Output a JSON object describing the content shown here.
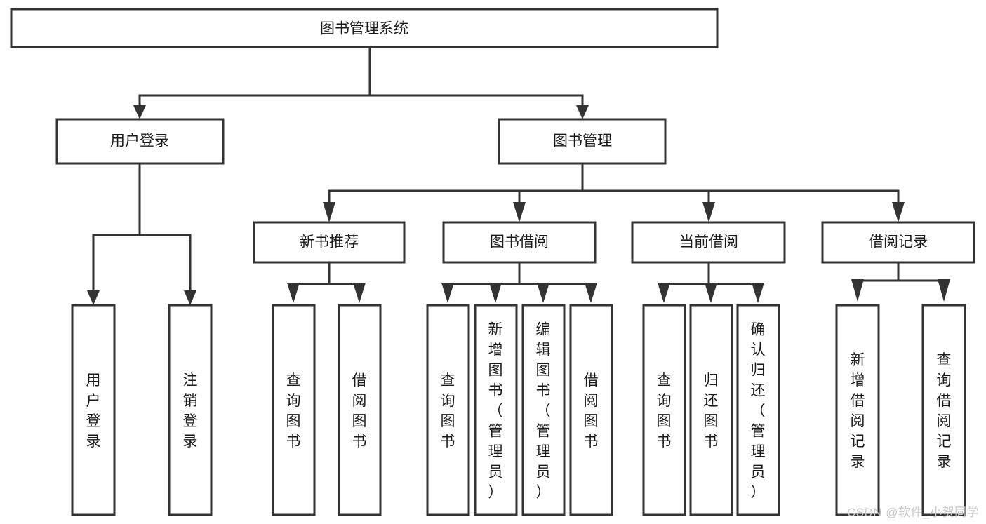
{
  "diagram": {
    "type": "tree",
    "orientation": "top-down",
    "title_node": "图书管理系统",
    "colors": {
      "background": "#ffffff",
      "node_fill": "#ffffff",
      "node_stroke": "#333333",
      "text": "#1a1a1a",
      "watermark": "#c9c9c9"
    },
    "levels": [
      {
        "level": 1,
        "nodes": [
          {
            "id": "root",
            "label": "图书管理系统",
            "orientation": "horizontal"
          }
        ]
      },
      {
        "level": 2,
        "nodes": [
          {
            "id": "login",
            "label": "用户登录",
            "orientation": "horizontal",
            "parent": "root"
          },
          {
            "id": "bookmgmt",
            "label": "图书管理",
            "orientation": "horizontal",
            "parent": "root"
          }
        ]
      },
      {
        "level": 3,
        "nodes": [
          {
            "id": "newbook",
            "label": "新书推荐",
            "orientation": "horizontal",
            "parent": "bookmgmt"
          },
          {
            "id": "borrow",
            "label": "图书借阅",
            "orientation": "horizontal",
            "parent": "bookmgmt"
          },
          {
            "id": "current",
            "label": "当前借阅",
            "orientation": "horizontal",
            "parent": "bookmgmt"
          },
          {
            "id": "records",
            "label": "借阅记录",
            "orientation": "horizontal",
            "parent": "bookmgmt"
          }
        ]
      },
      {
        "level": 4,
        "nodes": [
          {
            "id": "leaf1",
            "label": "用户登录",
            "orientation": "vertical",
            "parent": "login"
          },
          {
            "id": "leaf2",
            "label": "注销登录",
            "orientation": "vertical",
            "parent": "login"
          },
          {
            "id": "leaf3",
            "label": "查询图书",
            "orientation": "vertical",
            "parent": "newbook"
          },
          {
            "id": "leaf4",
            "label": "借阅图书",
            "orientation": "vertical",
            "parent": "newbook"
          },
          {
            "id": "leaf5",
            "label": "查询图书",
            "orientation": "vertical",
            "parent": "borrow"
          },
          {
            "id": "leaf6",
            "label": "新增图书（管理员）",
            "orientation": "vertical",
            "parent": "borrow"
          },
          {
            "id": "leaf7",
            "label": "编辑图书（管理员）",
            "orientation": "vertical",
            "parent": "borrow"
          },
          {
            "id": "leaf8",
            "label": "借阅图书",
            "orientation": "vertical",
            "parent": "borrow"
          },
          {
            "id": "leaf9",
            "label": "查询图书",
            "orientation": "vertical",
            "parent": "current"
          },
          {
            "id": "leaf10",
            "label": "归还图书",
            "orientation": "vertical",
            "parent": "current"
          },
          {
            "id": "leaf11",
            "label": "确认归还（管理员）",
            "orientation": "vertical",
            "parent": "current"
          },
          {
            "id": "leaf12",
            "label": "新增借阅记录",
            "orientation": "vertical",
            "parent": "records"
          },
          {
            "id": "leaf13",
            "label": "查询借阅记录",
            "orientation": "vertical",
            "parent": "records"
          }
        ]
      }
    ],
    "watermark": "CSDN @软件_小贺同学"
  }
}
